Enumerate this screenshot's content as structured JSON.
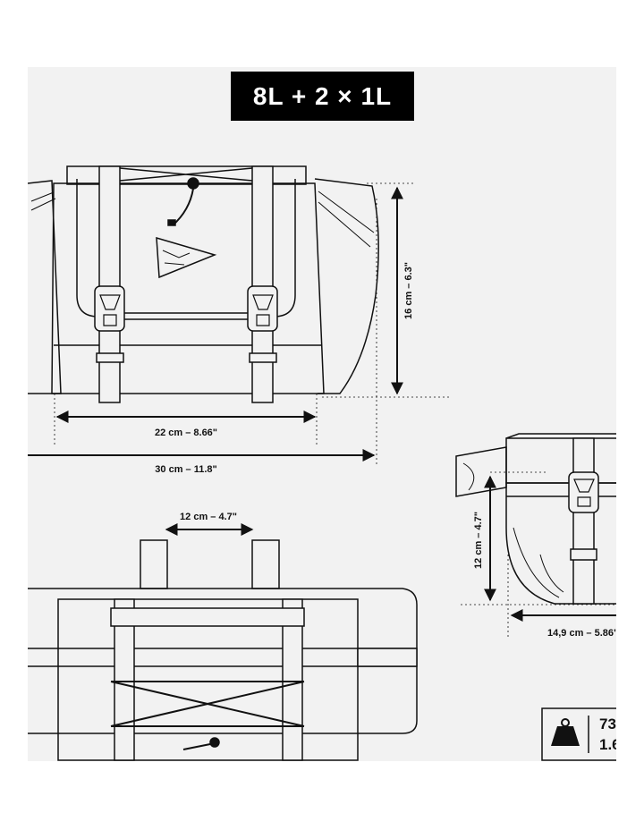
{
  "header": {
    "capacity": "8L + 2 × 1L"
  },
  "dimensions": {
    "front_height": "16 cm  –  6.3\"",
    "front_inner_width": "22 cm  –  8.66\"",
    "front_total_width": "30 cm  –  11.8\"",
    "top_strap_spacing": "12 cm  –  4.7\"",
    "side_height": "12 cm  –  4.7\"",
    "side_depth": "14,9 cm  –  5.86\""
  },
  "weight": {
    "line1": "73",
    "line2": "1.6",
    "icon": "weight-icon"
  },
  "colors": {
    "banner": "#000000",
    "background": "#f2f2f2",
    "line": "#111111"
  }
}
